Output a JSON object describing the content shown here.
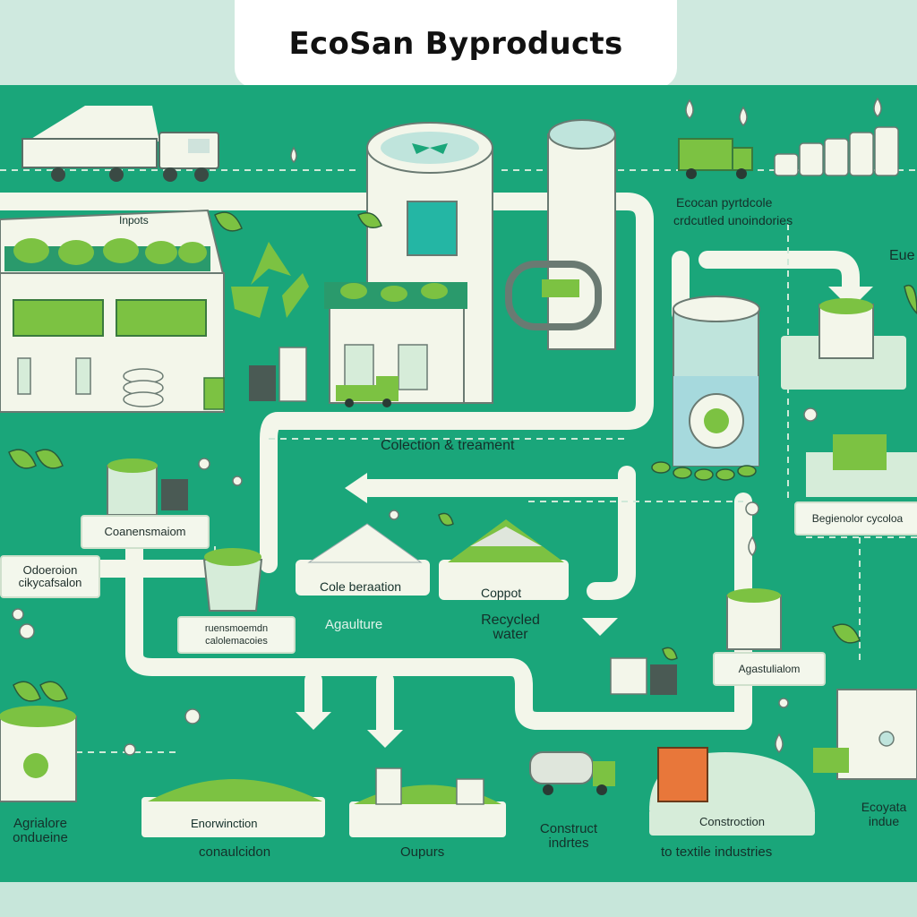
{
  "title": "EcoSan Byproducts",
  "labels": {
    "inputs": "Inpots",
    "collection": "Colection & treament",
    "ecosan_top": "Ecocan pyrtdcole",
    "ecosan_top2": "crdcutled unoindories",
    "right_top": "Eue",
    "concentration": "Coanensmaiom",
    "odor_1": "Odoeroion",
    "odor_2": "cikycafsalon",
    "small_panel_1": "ruensmoemdn",
    "small_panel_2": "calolemacoies",
    "cole": "Cole beraation",
    "compost": "Coppot",
    "agriculture": "Agaulture",
    "recycled_1": "Recycled",
    "recycled_2": "water",
    "regen": "Begienolor cycoloa",
    "agrisol": "Agastulialom",
    "agri_ind_1": "Agrialore",
    "agri_ind_2": "ondueine",
    "enrich": "Enorwinction",
    "conc_bottom": "conaulcidon",
    "outputs": "Oupurs",
    "construct_1": "Construct",
    "construct_2": "indrtes",
    "construction": "Constroction",
    "textile": "to textile industries",
    "eco_right_1": "Ecoyata",
    "eco_right_2": "indue"
  },
  "icons": [
    "recycle-icon",
    "truck-icon",
    "leaf-icon",
    "water-drop-icon",
    "factory-icon",
    "coin-stack-icon"
  ],
  "colors": {
    "background": "#1aa67a",
    "cream": "#f3f6ea",
    "accent": "#7cc242",
    "title_bg": "#ffffff"
  }
}
